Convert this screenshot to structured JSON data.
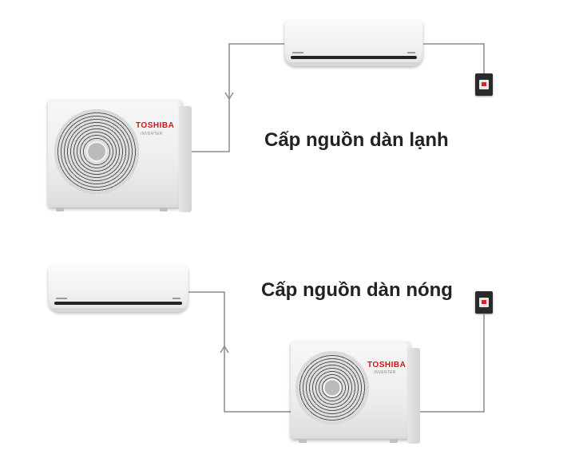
{
  "labels": {
    "indoor_power": "Cấp nguồn dàn lạnh",
    "outdoor_power": "Cấp nguồn dàn nóng"
  },
  "outdoor_unit": {
    "brand": "TOSHIBA",
    "model_text": "INVERTER"
  },
  "colors": {
    "wire": "#8c8c8c",
    "brand_red": "#d8121a",
    "breaker_body": "#2a2a2a",
    "breaker_indicator": "#e02121"
  }
}
